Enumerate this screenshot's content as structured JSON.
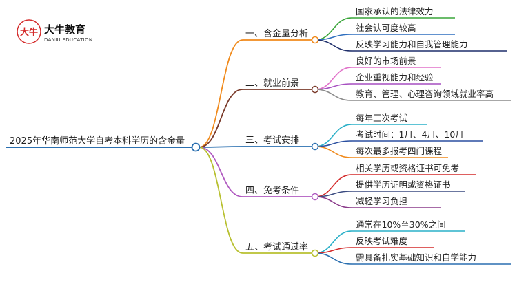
{
  "logo": {
    "name": "大牛教育",
    "subtitle": "DANIU EDUCATION",
    "mark_text": "大牛",
    "mark_color": "#d42a2a"
  },
  "root": {
    "label": "2025年华南师范大学自考本科学历的含金量",
    "color": "#2a6fb0"
  },
  "branches": [
    {
      "label": "一、含金量分析",
      "color": "#f08a1c",
      "leaves": [
        {
          "label": "国家承认的法律效力",
          "color": "#3aa53a"
        },
        {
          "label": "社会认可度较高",
          "color": "#2f6fbf"
        },
        {
          "label": "反映学习能力和自我管理能力",
          "color": "#1f2f6b"
        }
      ]
    },
    {
      "label": "二、就业前景",
      "color": "#7a3a2a",
      "leaves": [
        {
          "label": "良好的市场前景",
          "color": "#e070c8"
        },
        {
          "label": "企业重视能力和经验",
          "color": "#a64fc0"
        },
        {
          "label": "教育、管理、心理咨询领域就业率高",
          "color": "#8a8a8a"
        }
      ]
    },
    {
      "label": "三、考试安排",
      "color": "#2a6fb0",
      "leaves": [
        {
          "label": "每年三次考试",
          "color": "#2ab0c8"
        },
        {
          "label": "考试时间：1月、4月、10月",
          "color": "#2a4fa0"
        },
        {
          "label": "每次最多报考四门课程",
          "color": "#f08a1c"
        }
      ]
    },
    {
      "label": "四、免考条件",
      "color": "#b05ac0",
      "leaves": [
        {
          "label": "相关学历或资格证书可免考",
          "color": "#d42a2a"
        },
        {
          "label": "提供学历证明或资格证书",
          "color": "#3a4a80"
        },
        {
          "label": "减轻学习负担",
          "color": "#8a3a8a"
        }
      ]
    },
    {
      "label": "五、考试通过率",
      "color": "#b8c030",
      "leaves": [
        {
          "label": "通常在10%至30%之间",
          "color": "#2ab0c8"
        },
        {
          "label": "反映考试难度",
          "color": "#d42a2a"
        },
        {
          "label": "需具备扎实基础知识和自学能力",
          "color": "#2a6fb0"
        }
      ]
    }
  ]
}
